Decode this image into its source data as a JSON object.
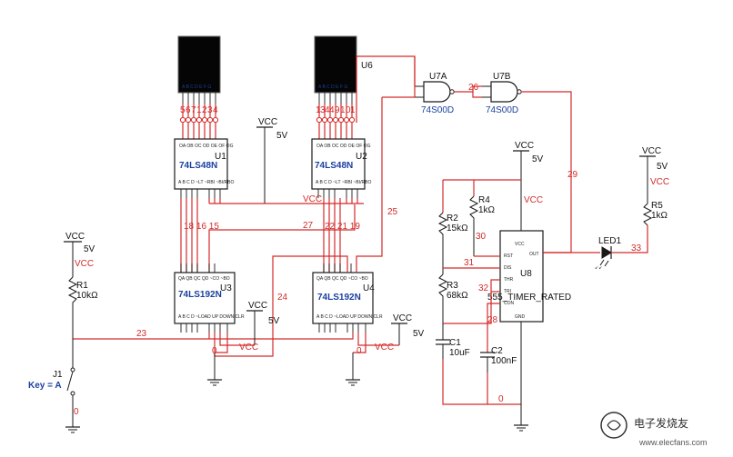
{
  "digits_u5": [
    "5",
    "6",
    "7",
    "1",
    "2",
    "3",
    "4"
  ],
  "digits_u6": [
    "1",
    "3",
    "4",
    "4",
    "9",
    "1",
    "0",
    "1"
  ],
  "chips": {
    "u1": {
      "part": "74LS48N",
      "ref": "U1"
    },
    "u2": {
      "part": "74LS48N",
      "ref": "U2"
    },
    "u3": {
      "part": "74LS192N",
      "ref": "U3"
    },
    "u4": {
      "part": "74LS192N",
      "ref": "U4"
    },
    "u6_ref": "U6",
    "u7a": {
      "ref": "U7A",
      "part": "74S00D"
    },
    "u7b": {
      "ref": "U7B",
      "part": "74S00D"
    },
    "u8": {
      "ref": "U8",
      "part": "555_TIMER_RATED"
    }
  },
  "timer_pins": {
    "vcc": "VCC",
    "out": "OUT",
    "rst": "RST",
    "dis": "DIS",
    "thr": "THR",
    "tri": "TRI",
    "con": "CON",
    "gnd": "GND"
  },
  "resistors": {
    "r1": {
      "ref": "R1",
      "value": "10kΩ"
    },
    "r2": {
      "ref": "R2",
      "value": "15kΩ"
    },
    "r3": {
      "ref": "R3",
      "value": "68kΩ"
    },
    "r4": {
      "ref": "R4",
      "value": "1kΩ"
    },
    "r5": {
      "ref": "R5",
      "value": "1kΩ"
    }
  },
  "capacitors": {
    "c1": {
      "ref": "C1",
      "value": "10uF"
    },
    "c2": {
      "ref": "C2",
      "value": "100nF"
    }
  },
  "led": {
    "ref": "LED1"
  },
  "switch": {
    "ref": "J1",
    "label": "Key = A"
  },
  "vcc": "VCC",
  "five_v": "5V",
  "nets": {
    "n0a": "0",
    "n0b": "0",
    "n0c": "0",
    "n0d": "0",
    "n23": "23",
    "n24": "24",
    "n25": "25",
    "n26": "26",
    "n27": "27",
    "n28": "28",
    "n29": "29",
    "n30": "30",
    "n31": "31",
    "n32": "32",
    "n33": "33",
    "bus_u1": "18 16 15",
    "bus_u2": "22 21 19"
  },
  "display_pins": "A B C D E F G",
  "watermark": {
    "line1": "电子发烧友",
    "line2": "www.elecfans.com"
  },
  "colors": {
    "wire": "#d42a2a",
    "label": "#1a3fa0",
    "part": "#1a1a1a",
    "display": "#050505"
  }
}
